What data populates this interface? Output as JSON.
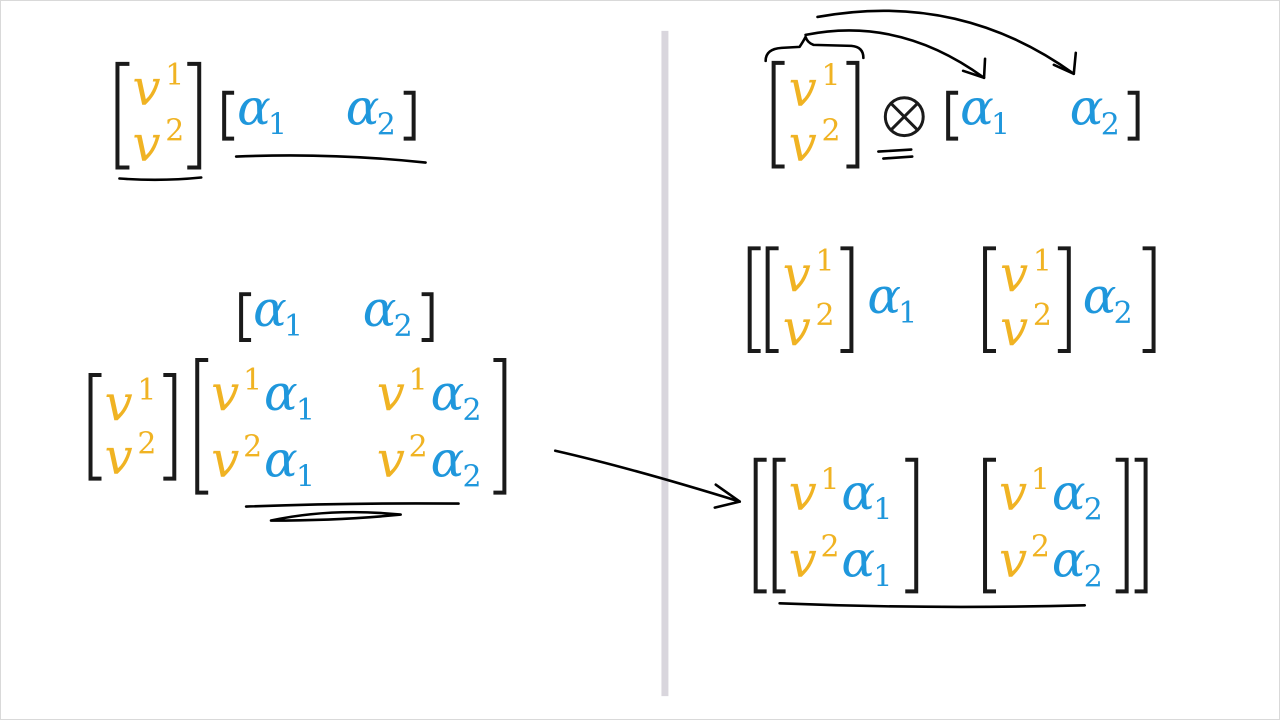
{
  "colors": {
    "vector_component": "#f0b323",
    "covector_component": "#1f97dc",
    "bracket": "#1a1a1a",
    "divider": "#d9d6dd",
    "ink": "#000000"
  },
  "symbols": {
    "v": "v",
    "alpha": "α",
    "idx1": "1",
    "idx2": "2",
    "tensor_product": "⊗"
  }
}
